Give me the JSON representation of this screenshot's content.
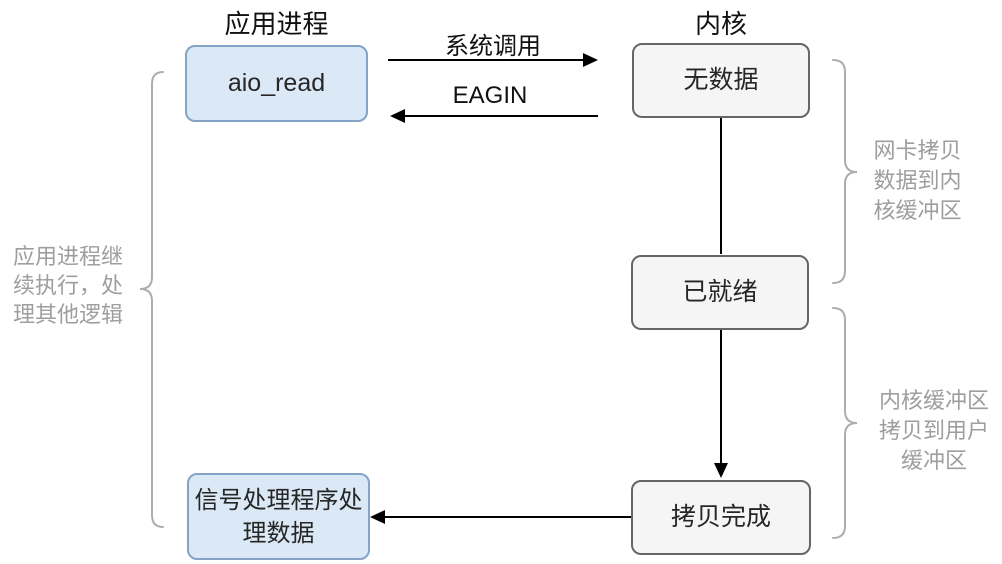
{
  "diagram": {
    "columns": {
      "app_process_label": "应用进程",
      "kernel_label": "内核"
    },
    "nodes": {
      "aio_read": {
        "label": "aio_read"
      },
      "no_data": {
        "label": "无数据"
      },
      "ready": {
        "label": "已就绪"
      },
      "copy_done": {
        "label": "拷贝完成"
      },
      "signal_handler": {
        "label": "信号处理程序处\n理数据"
      }
    },
    "edges": {
      "syscall": {
        "label": "系统调用"
      },
      "eagain": {
        "label": "EAGIN"
      }
    },
    "annotations": {
      "left": {
        "text": "应用进程继\n续执行，处\n理其他逻辑"
      },
      "right_top": {
        "text": "网卡拷贝\n数据到内\n核缓冲区"
      },
      "right_bottom": {
        "text": "内核缓冲区\n拷贝到用户\n缓冲区"
      }
    },
    "colors": {
      "process_box_fill": "#dbe8f5",
      "process_box_border": "#85a3c6",
      "kernel_box_fill": "#f5f5f5",
      "kernel_box_border": "#666666",
      "connector": "#000000",
      "annotation_text": "#9e9e9e",
      "brace": "#adadad",
      "box_text": "#262626"
    }
  }
}
